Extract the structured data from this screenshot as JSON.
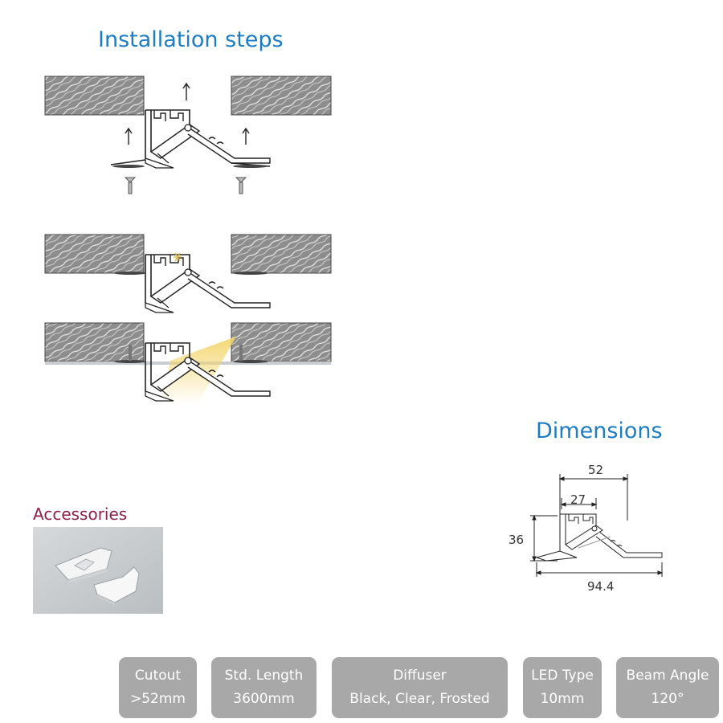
{
  "headings": {
    "installation": "Installation steps",
    "dimensions": "Dimensions",
    "accessories": "Accessories"
  },
  "dimensions": {
    "top_width": "52",
    "inner_width": "27",
    "height": "36",
    "base_width": "94.4"
  },
  "specs": [
    {
      "label": "Cutout",
      "value": ">52mm"
    },
    {
      "label": "Std. Length",
      "value": "3600mm"
    },
    {
      "label": "Diffuser",
      "value": "Black, Clear, Frosted"
    },
    {
      "label": "LED Type",
      "value": "10mm"
    },
    {
      "label": "Beam Angle",
      "value": "120°"
    }
  ],
  "colors": {
    "heading_blue": "#1c7cc4",
    "accessories_maroon": "#8b2146",
    "spec_box_gray": "#a8a8a8",
    "led_glow": "#f3d56a"
  }
}
